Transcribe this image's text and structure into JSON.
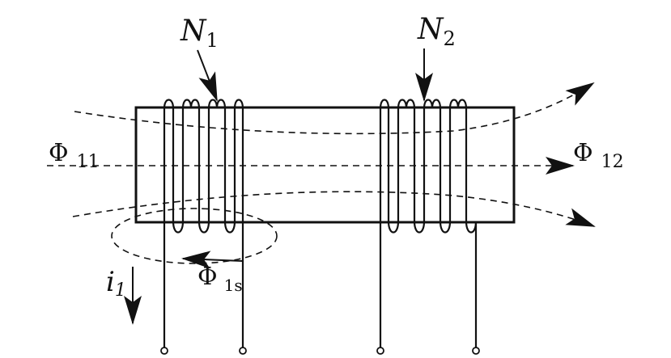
{
  "labels": {
    "n1": {
      "main": "N",
      "sub": "1"
    },
    "n2": {
      "main": "N",
      "sub": "2"
    },
    "phi11": {
      "main": "Φ",
      "sub": "11"
    },
    "phi12": {
      "main": "Φ",
      "sub": "12"
    },
    "phi1s": {
      "main": "Φ",
      "sub": "1s"
    },
    "current": {
      "main": "i",
      "sub": "1"
    }
  },
  "watermark": "",
  "colors": {
    "ink": "#111111",
    "watermark": "#e85c5c",
    "background": "#ffffff"
  }
}
